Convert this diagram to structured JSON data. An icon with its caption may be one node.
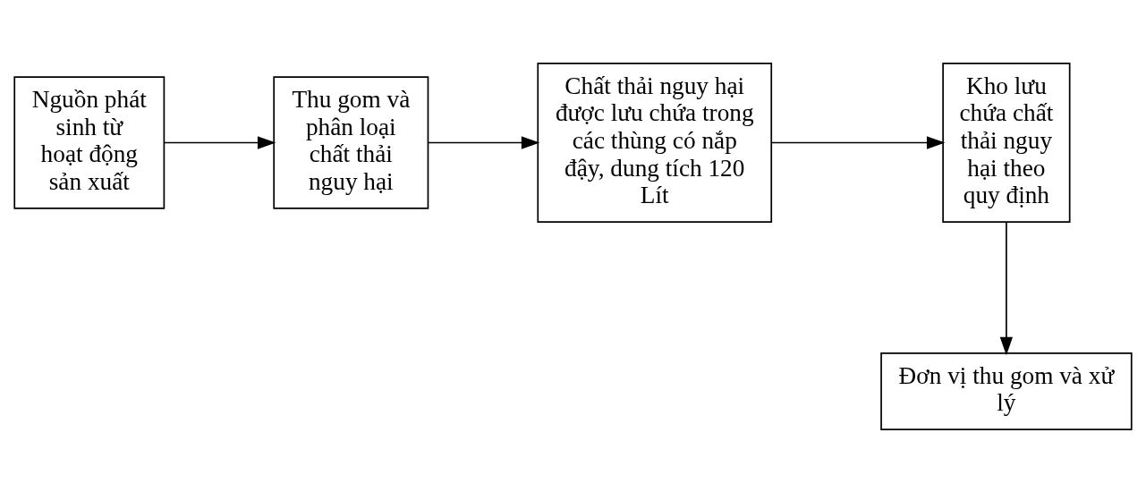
{
  "diagram": {
    "nodes": [
      {
        "text": [
          "Nguồn phát sinh từ hoạt động sản xuất"
        ]
      },
      {
        "text": [
          "Thu gom và phân loại chất thải nguy hại"
        ]
      },
      {
        "text": [
          "Chất thải nguy hại được lưu chứa trong các thùng có nắp đậy, dung tích 120 Lít"
        ]
      },
      {
        "text": [
          "Kho lưu chứa chất thải nguy hại theo quy định"
        ]
      },
      {
        "text": [
          "Đơn vị thu gom và xử lý"
        ]
      }
    ],
    "edges": [
      {
        "from": 0,
        "to": 1,
        "arrow": "to"
      },
      {
        "from": 1,
        "to": 2,
        "arrow": "to"
      },
      {
        "from": 2,
        "to": 3,
        "arrow": "to"
      },
      {
        "from": 3,
        "to": 4,
        "arrow": "to"
      }
    ]
  }
}
